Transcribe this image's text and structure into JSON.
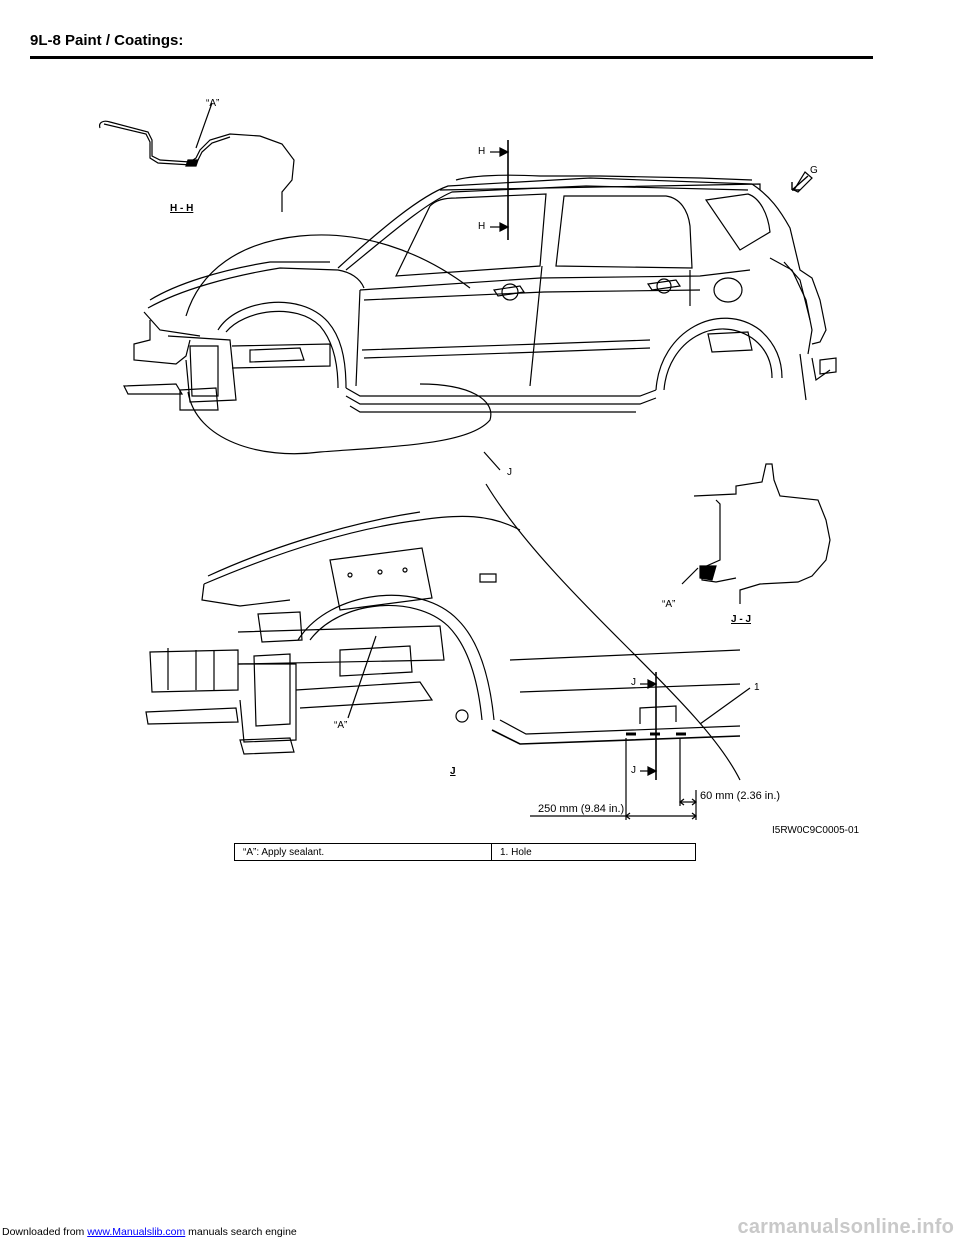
{
  "header": {
    "page_title": "9L-8   Paint / Coatings:"
  },
  "figure": {
    "labels": {
      "a_top": "“A”",
      "h_top": "H",
      "h_bottom": "H",
      "g": "G",
      "hh": "H - H",
      "j_upper": "J",
      "a_right": "“A”",
      "jj": "J - J",
      "j_top": "J",
      "j_bottom": "J",
      "one": "1",
      "a_left": "“A”",
      "j_section": "J",
      "dim_250": "250 mm (9.84 in.)",
      "dim_60": "60 mm (2.36 in.)"
    },
    "figure_id": "I5RW0C9C0005-01"
  },
  "legend": {
    "left": "“A”:   Apply sealant.",
    "right": "1.   Hole"
  },
  "footer": {
    "prefix": "Downloaded from ",
    "link": "www.Manualslib.com",
    "suffix": "  manuals search engine",
    "watermark": "carmanualsonline.info"
  }
}
